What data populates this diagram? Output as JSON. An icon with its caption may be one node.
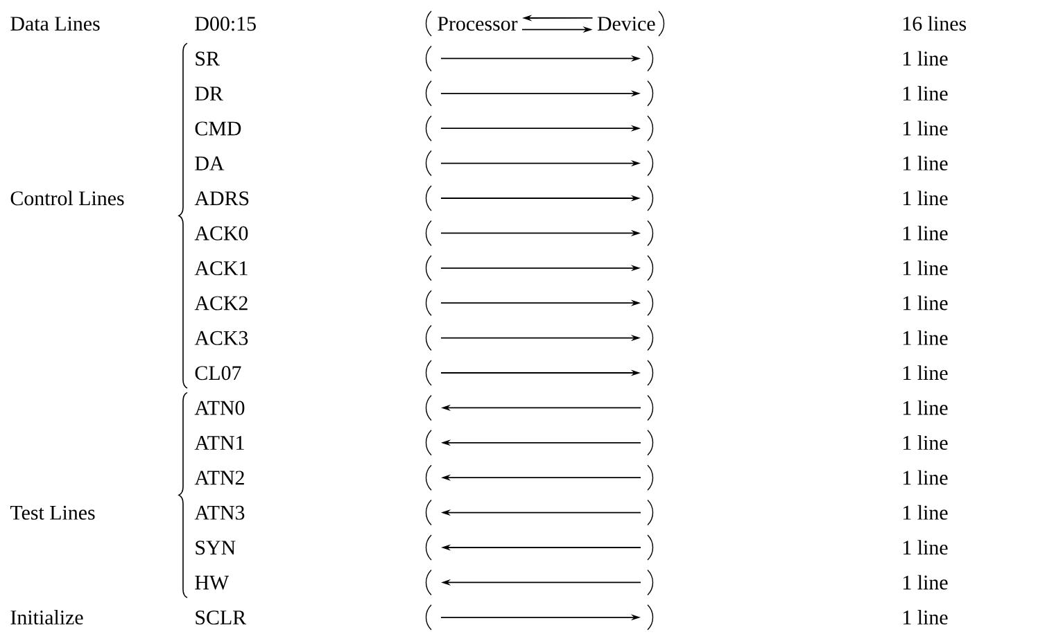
{
  "diagram": {
    "nodes": [
      {
        "text": [
          "Processor"
        ]
      },
      {
        "text": [
          "Device"
        ]
      }
    ],
    "edges": [
      {
        "from": 1,
        "to": 0,
        "arrow": "to"
      },
      {
        "from": 0,
        "to": 1,
        "arrow": "to"
      }
    ],
    "labels": [
      "Data Lines",
      "D00:15",
      "16 lines",
      "SR",
      "1 line",
      "DR",
      "1 line",
      "CMD",
      "1 line",
      "DA",
      "1 line",
      "Control Lines",
      "ADRS",
      "1 line",
      "ACK0",
      "1 line",
      "ACK1",
      "1 line",
      "ACK2",
      "1 line",
      "ACK3",
      "1 line",
      "CL07",
      "1 line",
      "ATN0",
      "1 line",
      "ATN1",
      "1 line",
      "ATN2",
      "1 line",
      "Test Lines",
      "ATN3",
      "1 line",
      "SYN",
      "1 line",
      "HW",
      "1 line",
      "Initialize",
      "SCLR",
      "1 line"
    ]
  }
}
